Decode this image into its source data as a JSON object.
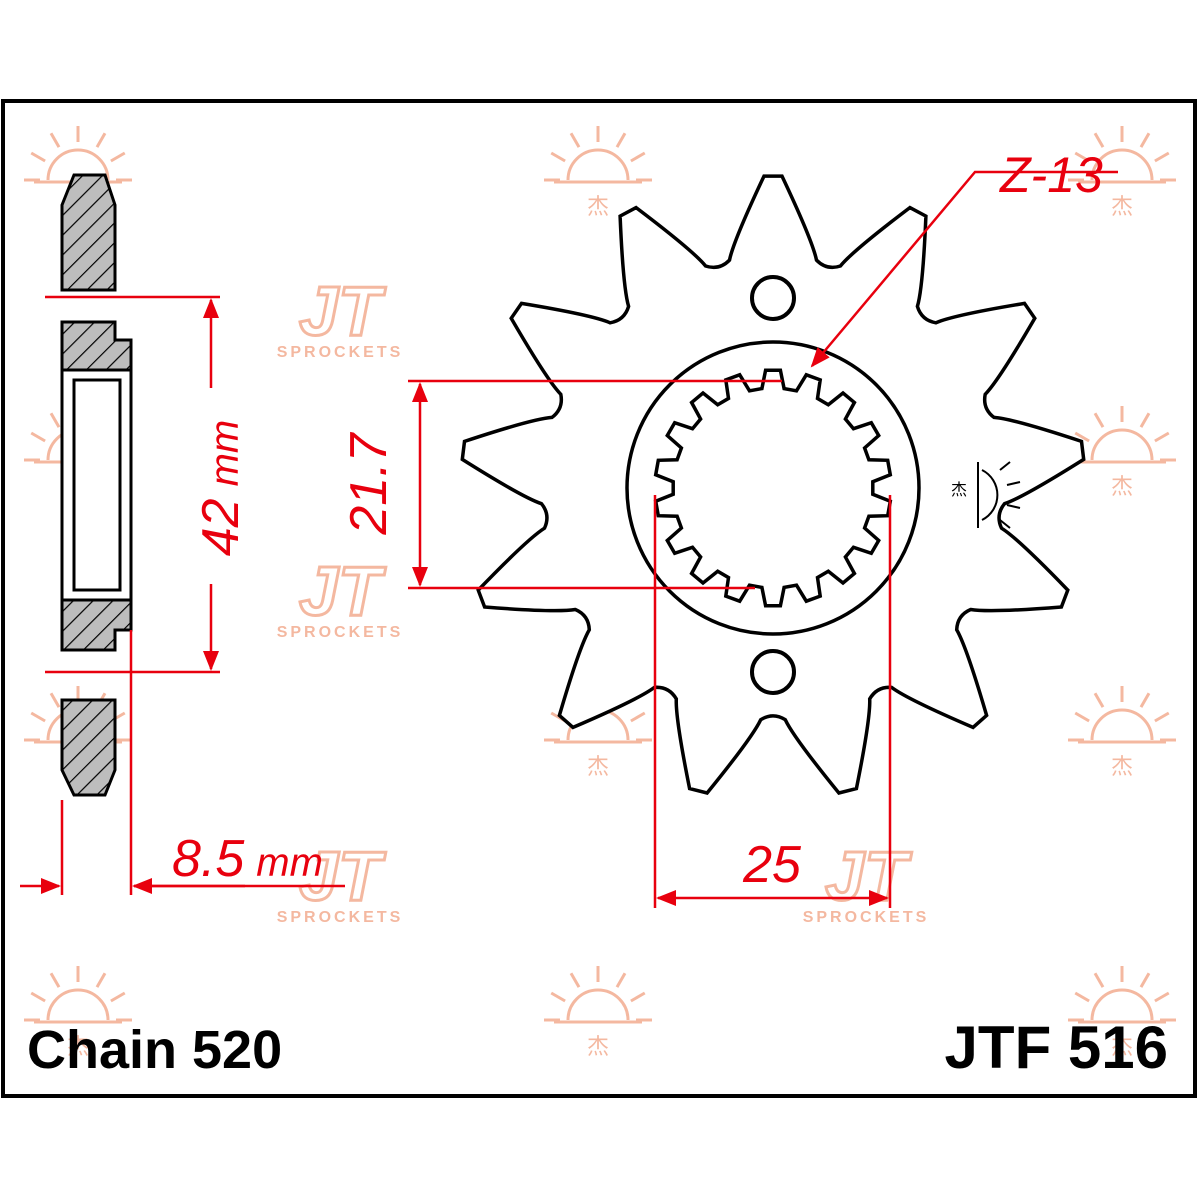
{
  "part_number": "JTF 516",
  "chain_label": "Chain 520",
  "tooth_count_label": "Z-13",
  "dimensions": {
    "bolt_circle": {
      "value": "42",
      "unit": "mm"
    },
    "offset": {
      "value": "8.5",
      "unit": "mm"
    },
    "spline_minor": {
      "value": "21.7"
    },
    "spline_major": {
      "value": "25"
    }
  },
  "watermark": {
    "brand_text": "SPROCKETS",
    "logo_text": "JT",
    "glyph": "杰"
  },
  "colors": {
    "dimension_line": "#e8000e",
    "outline": "#000000",
    "watermark": "#f4b8a0",
    "hatch_fill": "#b8b8b8"
  }
}
